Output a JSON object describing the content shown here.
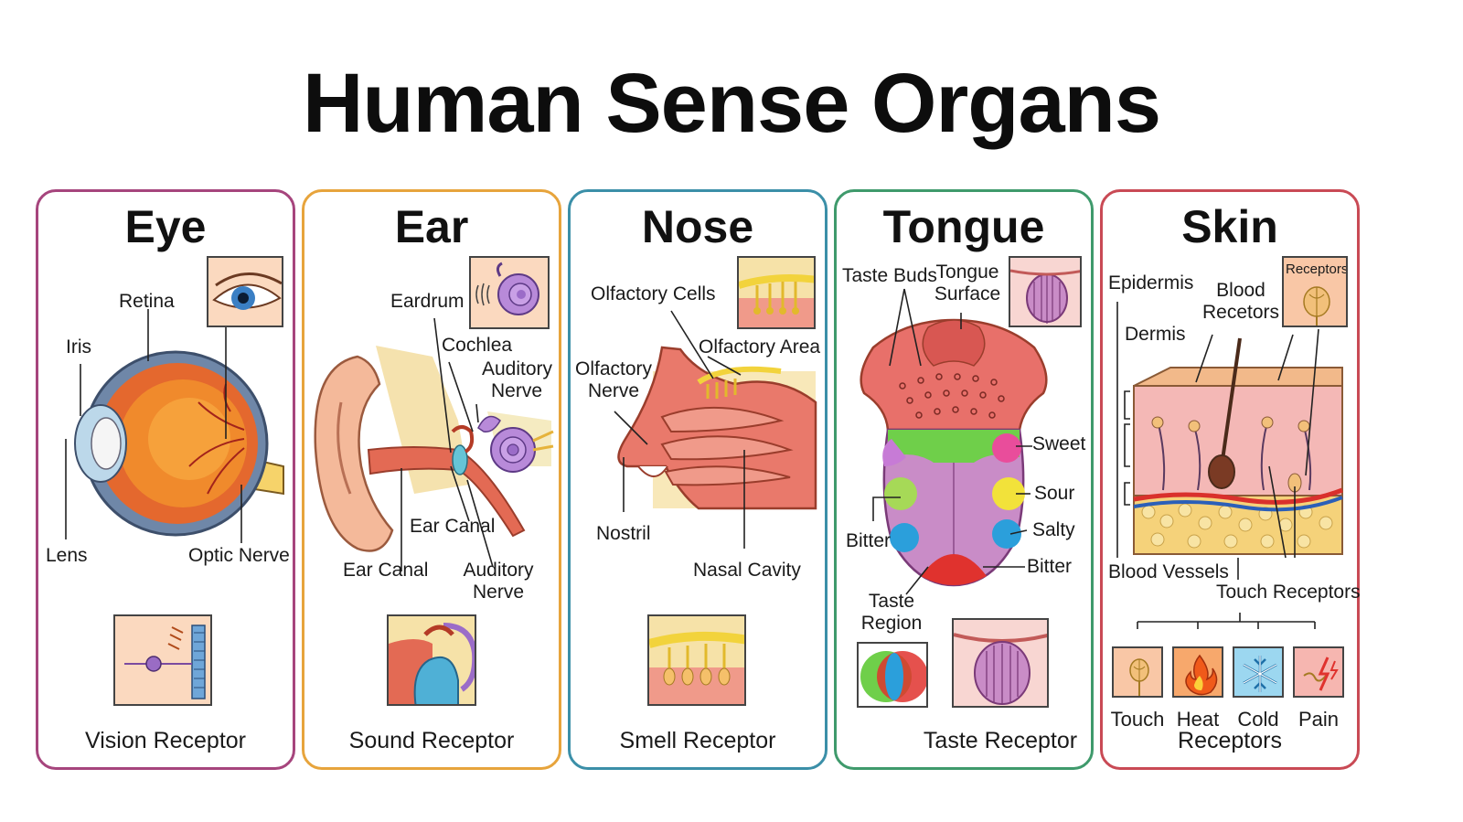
{
  "title": "Human Sense Organs",
  "colors": {
    "eye": "#a6457d",
    "ear": "#e7a43c",
    "nose": "#3b8fa8",
    "tongue": "#3f9a6c",
    "skin": "#c94a55"
  },
  "panels": {
    "eye": {
      "title": "Eye",
      "labels": {
        "retina": "Retina",
        "iris": "Iris",
        "lens": "Lens",
        "optic_nerve": "Optic Nerve"
      },
      "caption": "Vision Receptor"
    },
    "ear": {
      "title": "Ear",
      "labels": {
        "eardrum": "Eardrum",
        "cochlea": "Cochlea",
        "auditory_nerve_top": "Auditory Nerve",
        "ear_canal_middle": "Ear Canal",
        "ear_canal": "Ear Canal",
        "auditory_nerve_bottom": "Auditory Nerve"
      },
      "caption": "Sound Receptor"
    },
    "nose": {
      "title": "Nose",
      "labels": {
        "olfactory_cells": "Olfactory Cells",
        "olfactory_area": "Olfactory Area",
        "olfactory_nerve": "Olfactory Nerve",
        "nostril": "Nostril",
        "nasal_cavity": "Nasal Cavity"
      },
      "caption": "Smell Receptor"
    },
    "tongue": {
      "title": "Tongue",
      "labels": {
        "taste_buds": "Taste Buds",
        "tongue_surface": "Tongue Surface",
        "sweet": "Sweet",
        "sour": "Sour",
        "salty": "Salty",
        "bitter_left": "Bitter",
        "bitter_right": "Bitter",
        "taste_region": "Taste Region"
      },
      "caption": "Taste Receptor"
    },
    "skin": {
      "title": "Skin",
      "labels": {
        "epidermis": "Epidermis",
        "dermis": "Dermis",
        "blood_recetors": "Blood Recetors",
        "receptors_inset": "Receptors",
        "blood_vessels": "Blood Vessels",
        "touch_receptors": "Touch Receptors"
      },
      "receptor_types": [
        "Touch",
        "Heat",
        "Cold",
        "Pain"
      ],
      "caption": "Receptors"
    }
  }
}
